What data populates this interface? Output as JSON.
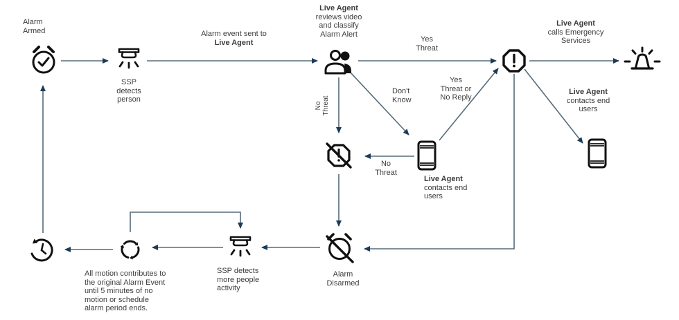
{
  "d": {
    "nodes": {
      "alarm_armed": {
        "icon": "alarm-clock-check-icon",
        "lines": [
          "Alarm",
          "Armed"
        ]
      },
      "ssp_person": {
        "icon": "motion-sensor-icon",
        "lines": [
          "SSP",
          "detects",
          "person"
        ]
      },
      "agent_review": {
        "icon": "people-icon",
        "lines": [
          "Live Agent",
          "reviews video",
          "and classify",
          "Alarm Alert"
        ]
      },
      "alert": {
        "icon": "alert-octagon-icon"
      },
      "emergency": {
        "icon": "siren-icon",
        "lines": [
          "Live Agent",
          "calls Emergency",
          "Services"
        ]
      },
      "contact_users_right": {
        "icon": "phone-icon",
        "lines": [
          "Live Agent",
          "contacts end",
          "users"
        ]
      },
      "contact_users_mid": {
        "icon": "phone-icon",
        "lines": [
          "Live Agent",
          "contacts end",
          "users"
        ]
      },
      "alert_cancelled": {
        "icon": "alert-octagon-crossed-icon"
      },
      "alarm_disarmed": {
        "icon": "alarm-clock-crossed-icon",
        "lines": [
          "Alarm",
          "Disarmed"
        ]
      },
      "ssp_more": {
        "icon": "motion-sensor-icon",
        "lines": [
          "SSP detects",
          "more people",
          "activity"
        ]
      },
      "motion_cycle": {
        "icon": "refresh-cycle-icon",
        "lines": [
          "All motion contributes to",
          "the original Alarm Event",
          "until 5 minutes of no",
          "motion or schedule",
          "alarm period ends."
        ]
      },
      "history": {
        "icon": "history-clock-icon"
      }
    },
    "edges": {
      "alarm_event_sent": {
        "lines": [
          "Alarm event sent to",
          "Live Agent"
        ]
      },
      "yes_threat": {
        "lines": [
          "Yes",
          "Threat"
        ]
      },
      "no_threat_down": {
        "lines": [
          "No",
          "Threat"
        ]
      },
      "dont_know": {
        "lines": [
          "Don't",
          "Know"
        ]
      },
      "yes_threat_or_no_reply": {
        "lines": [
          "Yes",
          "Threat or",
          "No Reply"
        ]
      },
      "no_threat_left": {
        "lines": [
          "No",
          "Threat"
        ]
      }
    },
    "colors": {
      "line": "#566b79",
      "arrowhead": "#1c3b58",
      "icon": "#111111",
      "text": "#3d3d3d"
    }
  }
}
